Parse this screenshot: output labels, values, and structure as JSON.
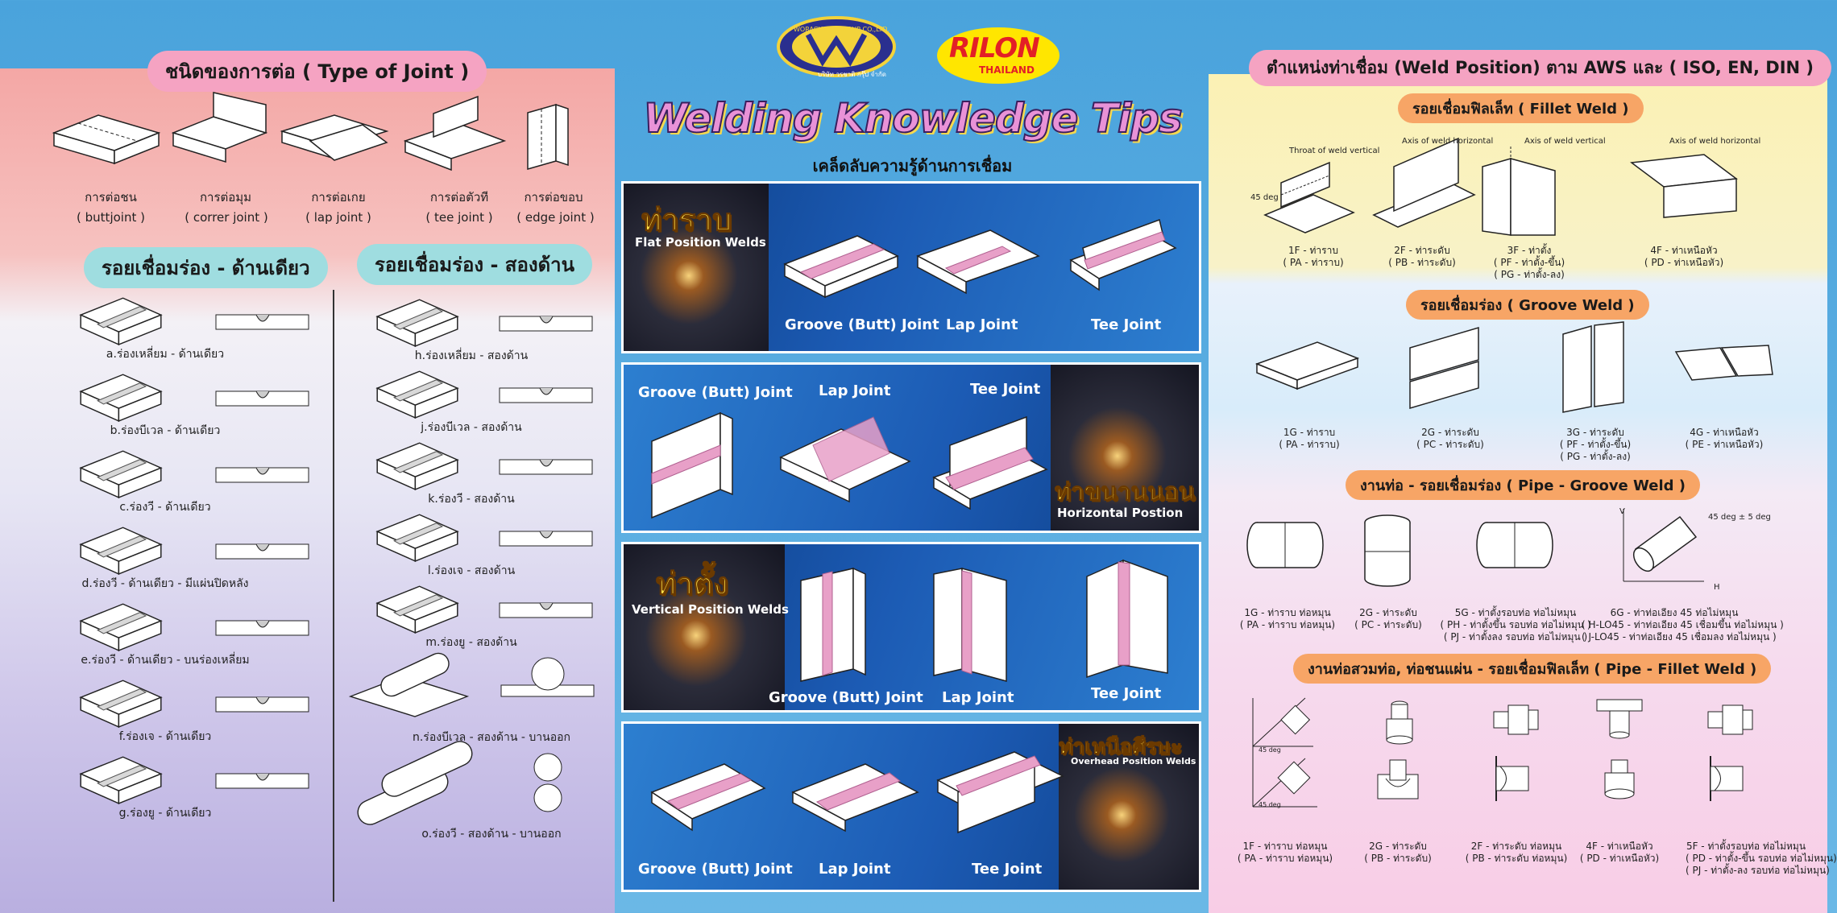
{
  "colors": {
    "accent_pink": "#f5a3c2",
    "accent_teal": "#9fdde0",
    "accent_orange": "#f7a566",
    "weld_pink": "#e8a0c8",
    "card_blue": "#1c5bb4",
    "title_yellow": "#ffe14a"
  },
  "joints": {
    "heading": "ชนิดของการต่อ ( Type of Joint )",
    "items": [
      {
        "th": "การต่อชน",
        "en": "( buttjoint )"
      },
      {
        "th": "การต่อมุม",
        "en": "( correr joint )"
      },
      {
        "th": "การต่อเกย",
        "en": "( lap joint )"
      },
      {
        "th": "การต่อตัวที",
        "en": "( tee joint )"
      },
      {
        "th": "การต่อขอบ",
        "en": "( edge joint )"
      }
    ]
  },
  "single_groove": {
    "heading": "รอยเชื่อมร่อง - ด้านเดียว",
    "items": [
      "a.ร่องเหลี่ยม - ด้านเดียว",
      "b.ร่องบีเวล - ด้านเดียว",
      "c.ร่องวี - ด้านเดียว",
      "d.ร่องวี - ด้านเดียว - มีแผ่นปิดหลัง",
      "e.ร่องวี - ด้านเดียว - บนร่องเหลี่ยม",
      "f.ร่องเจ - ด้านเดียว",
      "g.ร่องยู - ด้านเดียว"
    ]
  },
  "double_groove": {
    "heading": "รอยเชื่อมร่อง - สองด้าน",
    "items": [
      "h.ร่องเหลี่ยม - สองด้าน",
      "j.ร่องบีเวล - สองด้าน",
      "k.ร่องวี - สองด้าน",
      "l.ร่องเจ - สองด้าน",
      "m.ร่องยู - สองด้าน",
      "n.ร่องบีเวล - สองด้าน - บานออก",
      "o.ร่องวี - สองด้าน - บานออก"
    ]
  },
  "header": {
    "company_logo_text": "WORACHART GROUP CO.,LTD.",
    "company_logo_sub": "บริษัท วรชาติ กรุ๊ป จำกัด",
    "brand": "RILON",
    "brand_sub": "THAILAND",
    "title": "Welding Knowledge Tips",
    "subtitle": "เคล็ดลับความรู้ด้านการเชื่อม"
  },
  "cards": {
    "flat": {
      "th": "ท่าราบ",
      "en": "Flat Position Welds",
      "labels": [
        "Groove (Butt) Joint",
        "Lap Joint",
        "Tee Joint"
      ]
    },
    "horizontal": {
      "th": "ท่าขนานนอน",
      "en": "Horizontal Postion",
      "labels": [
        "Groove (Butt) Joint",
        "Lap Joint",
        "Tee Joint"
      ]
    },
    "vertical": {
      "th": "ท่าตั้ง",
      "en": "Vertical Position Welds",
      "labels": [
        "Groove (Butt) Joint",
        "Lap Joint",
        "Tee Joint"
      ]
    },
    "overhead": {
      "th": "ท่าเหนือศีรษะ",
      "en": "Overhead Position Welds",
      "labels": [
        "Groove (Butt) Joint",
        "Lap Joint",
        "Tee Joint"
      ]
    }
  },
  "positions": {
    "heading": "ตำแหน่งท่าเชื่อม (Weld Position) ตาม AWS และ ( ISO, EN, DIN )",
    "fillet": {
      "heading": "รอยเชื่อมฟิลเล็ท ( Fillet Weld )",
      "annotations": [
        "Throat of weld vertical",
        "45 deg",
        "Axis of weld horizontal",
        "Axis of weld vertical",
        "Axis of weld horizontal"
      ],
      "items": [
        {
          "l1": "1F - ท่าราบ",
          "l2": "( PA - ท่าราบ)",
          "l3": ""
        },
        {
          "l1": "2F - ท่าระดับ",
          "l2": "( PB - ท่าระดับ)",
          "l3": ""
        },
        {
          "l1": "3F - ท่าตั้ง",
          "l2": "( PF - ท่าตั้ง-ขึ้น)",
          "l3": "( PG - ท่าตั้ง-ลง)"
        },
        {
          "l1": "4F - ท่าเหนือหัว",
          "l2": "( PD - ท่าเหนือหัว)",
          "l3": ""
        }
      ]
    },
    "groove": {
      "heading": "รอยเชื่อมร่อง ( Groove Weld )",
      "items": [
        {
          "l1": "1G - ท่าราบ",
          "l2": "( PA - ท่าราบ)",
          "l3": ""
        },
        {
          "l1": "2G - ท่าระดับ",
          "l2": "( PC - ท่าระดับ)",
          "l3": ""
        },
        {
          "l1": "3G - ท่าระดับ",
          "l2": "( PF - ท่าตั้ง-ขึ้น)",
          "l3": "( PG - ท่าตั้ง-ลง)"
        },
        {
          "l1": "4G - ท่าเหนือหัว",
          "l2": "( PE - ท่าเหนือหัว)",
          "l3": ""
        }
      ]
    },
    "pipe_groove": {
      "heading": "งานท่อ - รอยเชื่อมร่อง ( Pipe - Groove Weld )",
      "annotations": [
        "45 deg ± 5 deg",
        "V",
        "H"
      ],
      "items": [
        {
          "l1": "1G - ท่าราบ ท่อหมุน",
          "l2": "( PA - ท่าราบ ท่อหมุน)",
          "l3": ""
        },
        {
          "l1": "2G - ท่าระดับ",
          "l2": "( PC - ท่าระดับ)",
          "l3": ""
        },
        {
          "l1": "5G - ท่าตั้งรอบท่อ ท่อไม่หมุน",
          "l2": "( PH - ท่าตั้งขึ้น รอบท่อ ท่อไม่หมุน )",
          "l3": "( PJ - ท่าตั้งลง รอบท่อ ท่อไม่หมุน )"
        },
        {
          "l1": "6G - ท่าท่อเอียง 45 ท่อไม่หมุน",
          "l2": "( H-LO45 - ท่าท่อเอียง 45 เชื่อมขึ้น ท่อไม่หมุน )",
          "l3": "( J-LO45 - ท่าท่อเอียง 45 เชื่อมลง ท่อไม่หมุน )"
        }
      ]
    },
    "pipe_fillet": {
      "heading": "งานท่อสวมท่อ, ท่อชนแผ่น - รอยเชื่อมฟิลเล็ท ( Pipe - Fillet Weld )",
      "annotations": [
        "45 deg",
        "45 deg"
      ],
      "items": [
        {
          "l1": "1F - ท่าราบ ท่อหมุน",
          "l2": "( PA - ท่าราบ ท่อหมุน)",
          "l3": ""
        },
        {
          "l1": "2G - ท่าระดับ",
          "l2": "( PB - ท่าระดับ)",
          "l3": ""
        },
        {
          "l1": "2F - ท่าระดับ ท่อหมุน",
          "l2": "( PB - ท่าระดับ ท่อหมุน)",
          "l3": ""
        },
        {
          "l1": "4F - ท่าเหนือหัว",
          "l2": "( PD - ท่าเหนือหัว)",
          "l3": ""
        },
        {
          "l1": "5F - ท่าตั้งรอบท่อ ท่อไม่หมุน",
          "l2": "( PD - ท่าตั้ง-ขึ้น รอบท่อ ท่อไม่หมุน)",
          "l3": "( PJ - ท่าตั้ง-ลง รอบท่อ ท่อไม่หมุน)"
        }
      ]
    }
  }
}
